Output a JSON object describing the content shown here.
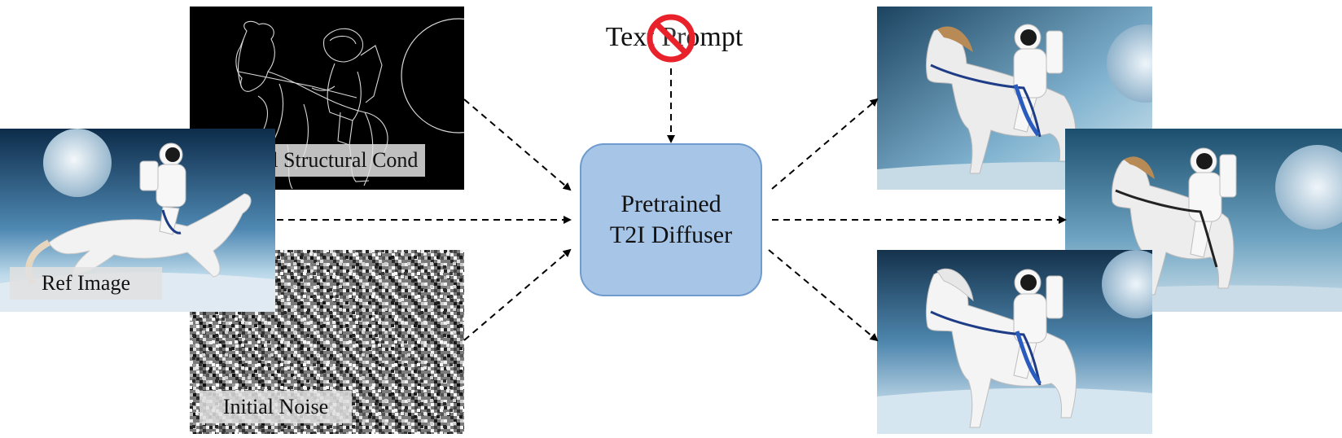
{
  "labels": {
    "structural_cond": "Optional Structural Cond",
    "ref_image": "Ref Image",
    "initial_noise": "Initial Noise",
    "text_prompt": "Text Prompt",
    "diffuser_line1": "Pretrained",
    "diffuser_line2": "T2I Diffuser"
  },
  "colors": {
    "diffuser_fill": "#a7c5e7",
    "diffuser_border": "#6f9bcf",
    "prohibit_red": "#e8212b",
    "arrow": "#000000"
  },
  "icons": {
    "prompt_disabled": "no-sign-icon"
  }
}
